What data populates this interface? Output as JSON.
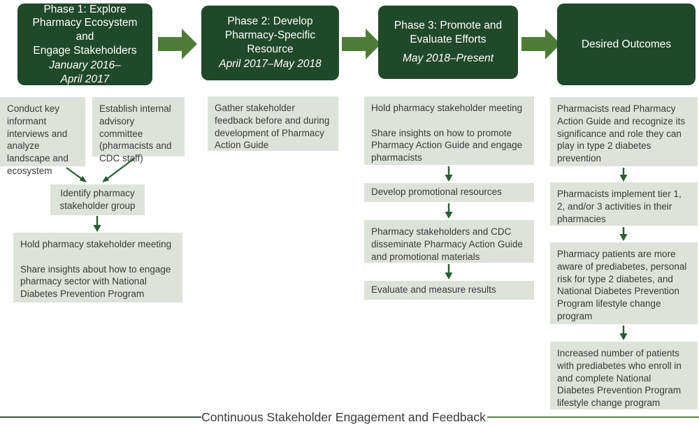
{
  "colors": {
    "header_bg": "#20492a",
    "block_arrow_green": "#4e7c38",
    "content_box_bg": "#dde3d9",
    "flow_arrow_green": "#2a5c31",
    "text_dark": "#3a3a3a",
    "text_light": "#ffffff"
  },
  "phases": [
    {
      "title": "Phase 1: Explore\nPharmacy Ecosystem and\nEngage Stakeholders",
      "dates": "January 2016–\nApril 2017"
    },
    {
      "title": "Phase 2: Develop\nPharmacy-Specific\nResource",
      "dates": "April 2017–May 2018"
    },
    {
      "title": "Phase 3: Promote and\nEvaluate Efforts",
      "dates": "May 2018–Present"
    },
    {
      "title": "Desired Outcomes",
      "dates": ""
    }
  ],
  "phase1": {
    "box_conduct": "Conduct key informant interviews and analyze landscape and ecosystem",
    "box_establish": "Establish internal advisory committee (pharmacists and CDC staff)",
    "box_identify": "Identify pharmacy stakeholder group",
    "box_meeting": "Hold pharmacy stakeholder meeting\n\nShare insights about how to engage pharmacy sector with National Diabetes Prevention Program"
  },
  "phase2": {
    "box_feedback": "Gather stakeholder feedback before and during development of Pharmacy Action Guide"
  },
  "phase3": {
    "box_meeting": "Hold pharmacy stakeholder meeting\n\nShare insights on how to promote Pharmacy Action Guide and engage pharmacists",
    "box_develop": "Develop promotional resources",
    "box_disseminate": "Pharmacy stakeholders and CDC disseminate Pharmacy Action Guide and promotional materials",
    "box_evaluate": "Evaluate and measure results"
  },
  "outcomes": {
    "box_read": "Pharmacists read Pharmacy Action Guide and recognize its significance and role they can play in type 2 diabetes prevention",
    "box_implement": "Pharmacists implement tier 1, 2, and/or 3 activities in their pharmacies",
    "box_aware": "Pharmacy patients are more aware of prediabetes, personal risk for type 2 diabetes, and National Diabetes Prevention Program lifestyle change program",
    "box_enroll": "Increased number of patients with prediabetes who enroll in and complete National Diabetes Prevention Program lifestyle change program"
  },
  "footer": {
    "label": "Continuous Stakeholder Engagement and Feedback"
  }
}
